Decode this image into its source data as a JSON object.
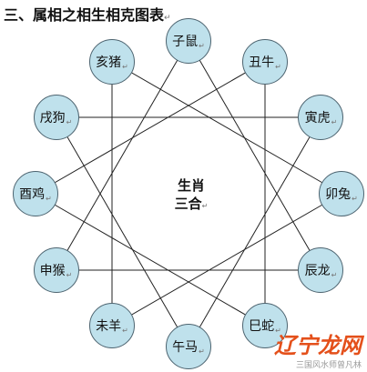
{
  "title": "三、属相之相生相克图表",
  "center_label": {
    "line1": "生肖",
    "line2": "三合"
  },
  "nodes": [
    {
      "label": "子鼠"
    },
    {
      "label": "丑牛"
    },
    {
      "label": "寅虎"
    },
    {
      "label": "卯兔"
    },
    {
      "label": "辰龙"
    },
    {
      "label": "巳蛇"
    },
    {
      "label": "午马"
    },
    {
      "label": "未羊"
    },
    {
      "label": "申猴"
    },
    {
      "label": "酉鸡"
    },
    {
      "label": "戌狗"
    },
    {
      "label": "亥猪"
    }
  ],
  "connections": [
    [
      0,
      4
    ],
    [
      4,
      8
    ],
    [
      8,
      0
    ],
    [
      1,
      5
    ],
    [
      5,
      9
    ],
    [
      9,
      1
    ],
    [
      2,
      6
    ],
    [
      6,
      10
    ],
    [
      10,
      2
    ],
    [
      3,
      7
    ],
    [
      7,
      11
    ],
    [
      11,
      3
    ]
  ],
  "watermark": {
    "logo": "辽宁龙网",
    "sub": "三国风水师曾凡林"
  },
  "colors": {
    "node_fill": "#bfe1ec",
    "node_border": "#4d6470",
    "line": "#222222",
    "watermark": "#e4501b"
  }
}
